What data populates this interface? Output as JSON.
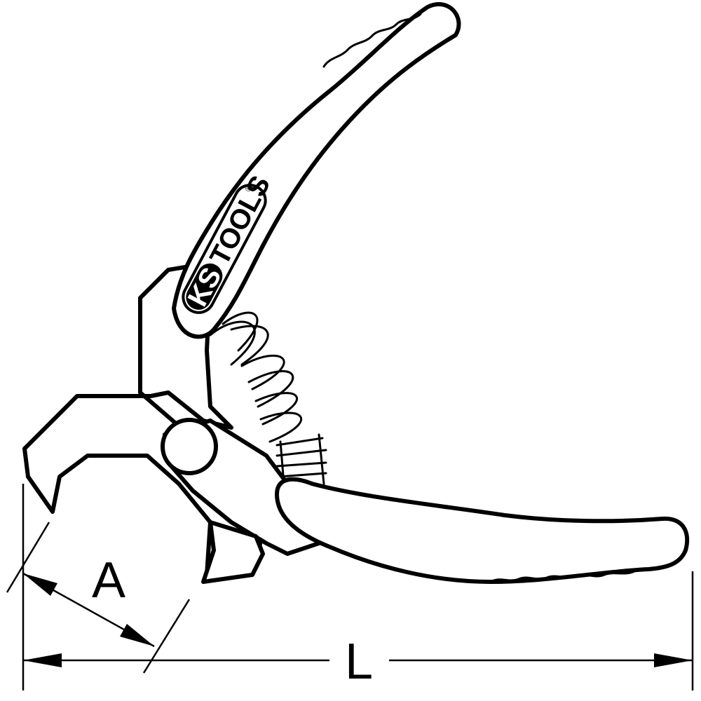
{
  "brand": {
    "logo_left": "KS",
    "logo_right": "TOOLS",
    "registered_mark": "®"
  },
  "dimensions": {
    "opening_label": "A",
    "length_label": "L"
  },
  "colors": {
    "line": "#000000",
    "background": "#ffffff"
  }
}
